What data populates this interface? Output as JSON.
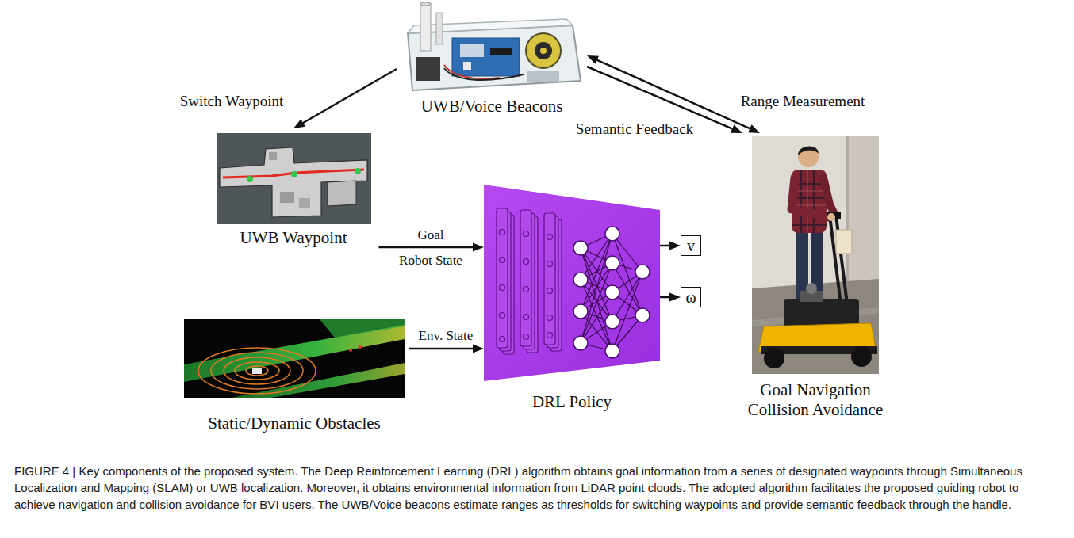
{
  "diagram": {
    "caption": "FIGURE 4 | Key components of the proposed system. The Deep Reinforcement Learning (DRL) algorithm obtains goal information from a series of designated waypoints through Simultaneous Localization and Mapping (SLAM) or UWB localization. Moreover, it obtains environmental information from LiDAR point clouds. The adopted algorithm facilitates the proposed guiding robot to achieve navigation and collision avoidance for BVI users. The UWB/Voice beacons estimate ranges as thresholds for switching waypoints and provide semantic feedback through the handle.",
    "nodes": [
      {
        "text": [
          "UWB/Voice Beacons"
        ]
      },
      {
        "text": [
          "UWB Waypoint"
        ]
      },
      {
        "text": [
          "Static/Dynamic Obstacles"
        ]
      },
      {
        "text": [
          "DRL Policy"
        ]
      },
      {
        "text": [
          "v"
        ]
      },
      {
        "text": [
          "ω"
        ]
      },
      {
        "text": [
          "Goal Navigation Collision Avoidance"
        ]
      }
    ],
    "edges": [
      {
        "from": 0,
        "to": 1,
        "label": "Switch Waypoint",
        "arrow": "to"
      },
      {
        "from": 6,
        "to": 0,
        "label": "Range Measurement",
        "arrow": "both"
      },
      {
        "from": 0,
        "to": 6,
        "label": "Semantic Feedback",
        "arrow": "to"
      },
      {
        "from": 1,
        "to": 3,
        "label": "Goal",
        "arrow": "to"
      },
      {
        "from": 2,
        "to": 3,
        "label": "Env. State",
        "arrow": "to"
      },
      {
        "from": 3,
        "to": 4,
        "arrow": "to"
      },
      {
        "from": 3,
        "to": 5,
        "arrow": "to"
      }
    ],
    "labels": [
      "Robot State"
    ]
  }
}
